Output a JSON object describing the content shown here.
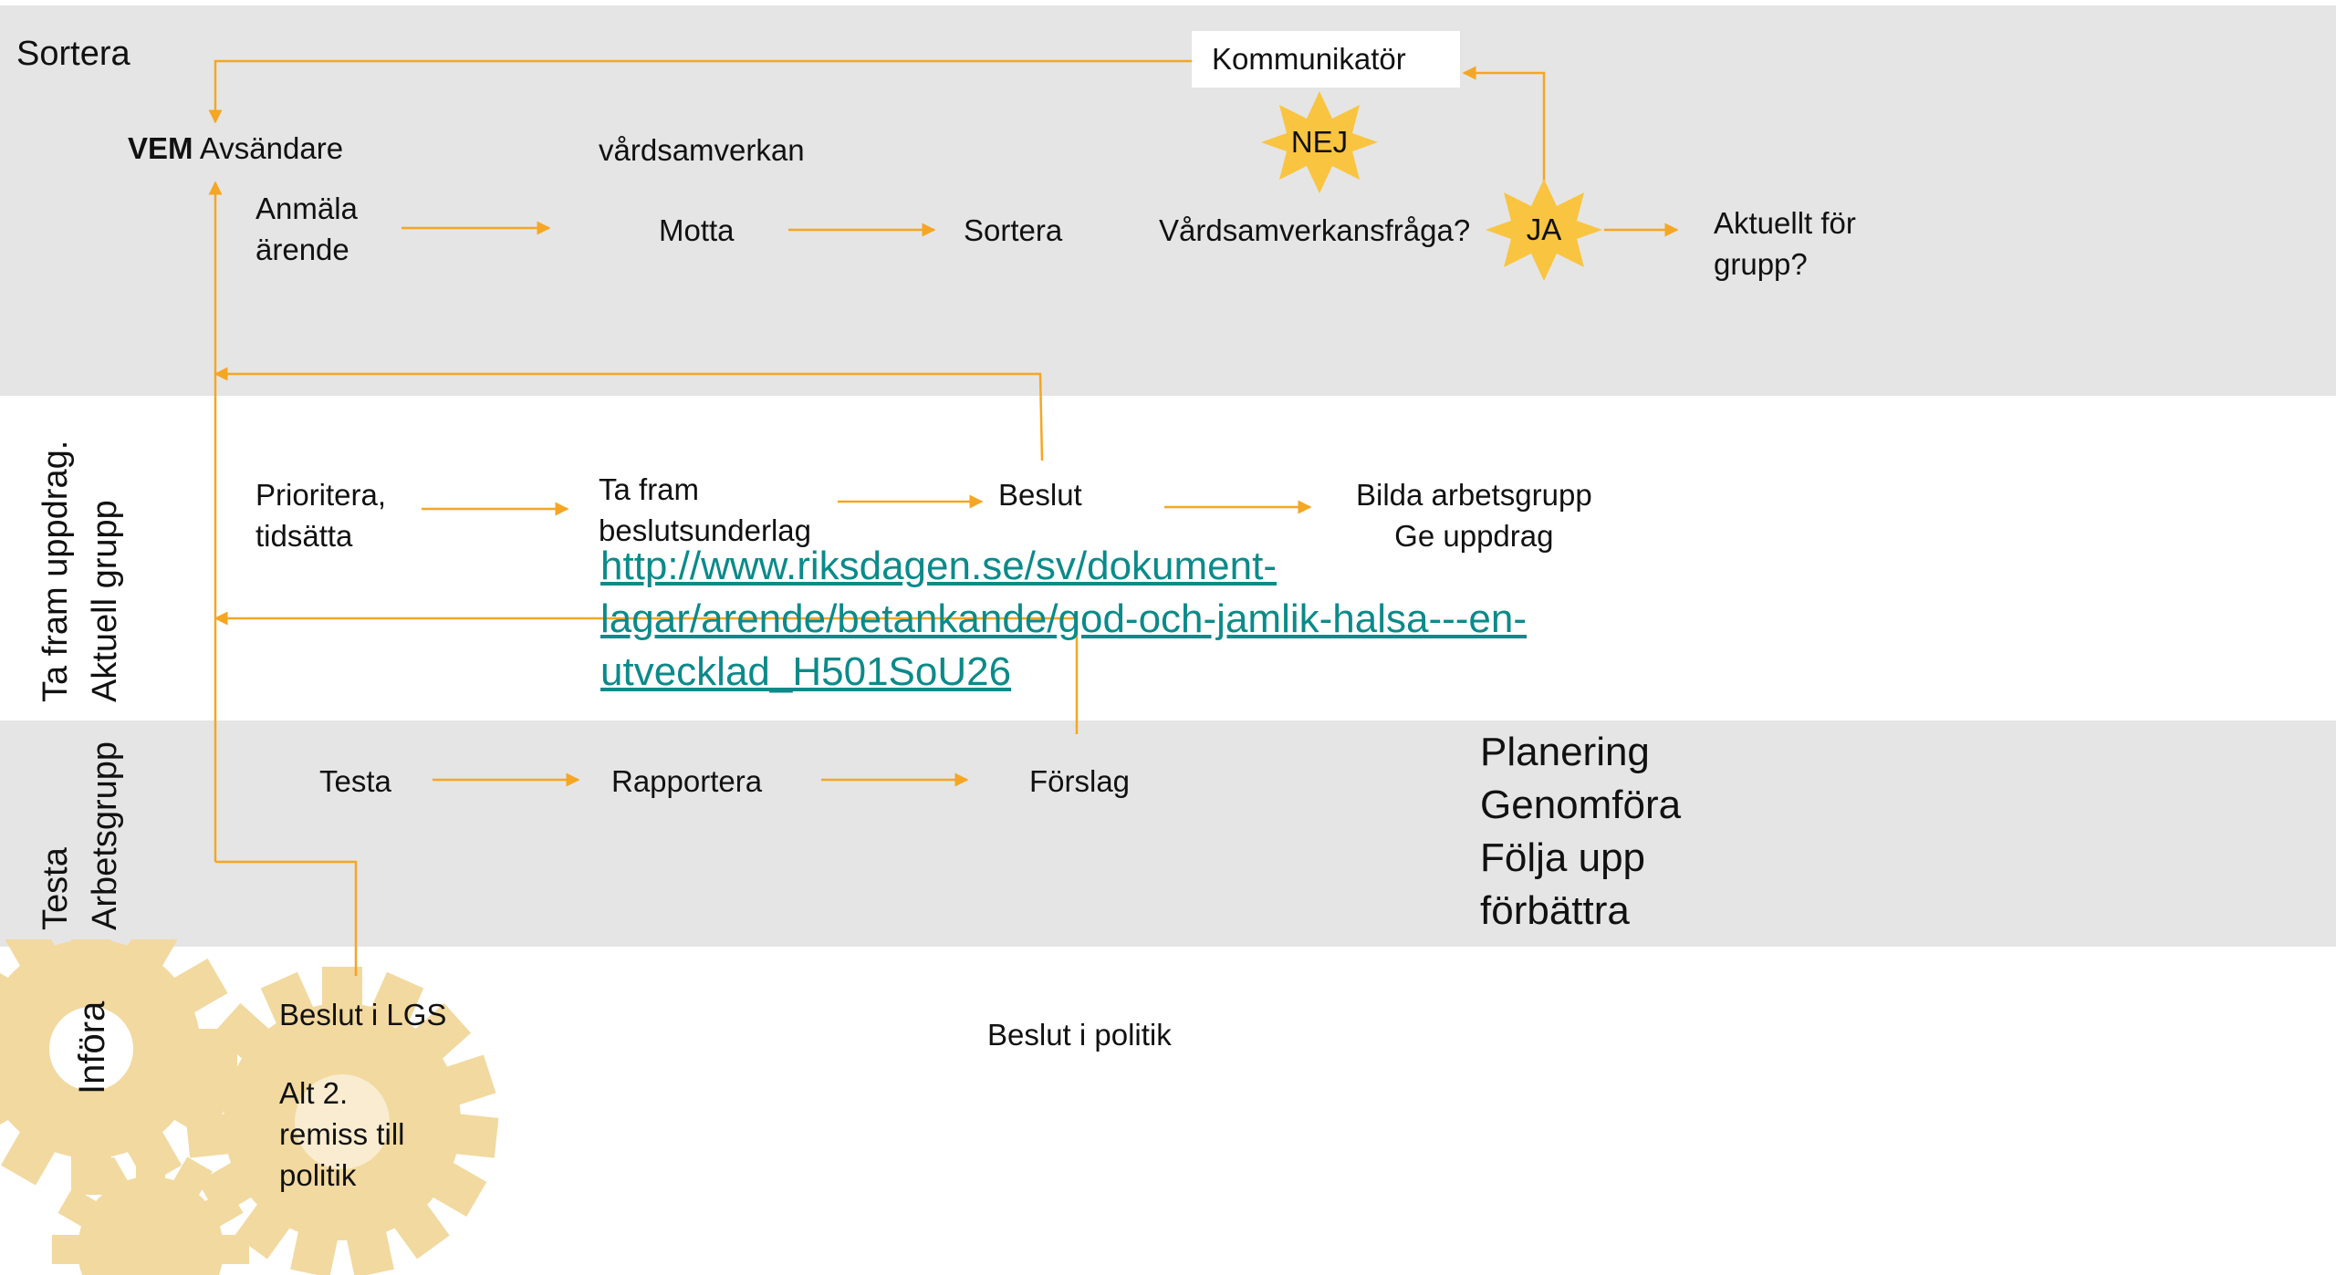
{
  "colors": {
    "band_gray": "#e5e5e5",
    "arrow": "#f5a623",
    "star": "#f9c440",
    "gear": "#f2d9a0",
    "link": "#0b8a8a"
  },
  "bands": {
    "sortera": "Sortera",
    "ta_fram": [
      "Ta fram uppdrag.",
      "Aktuell grupp"
    ],
    "testa": [
      "Testa",
      "Arbetsgrupp"
    ],
    "infora": "Införa"
  },
  "row1": {
    "kommunikator": "Kommunikatör",
    "vem_bold": "VEM",
    "avsandare": "Avsändare",
    "vardsamverkan": "vårdsamverkan",
    "anmala": [
      "Anmäla",
      "ärende"
    ],
    "motta": "Motta",
    "sortera": "Sortera",
    "fraga": "Vårdsamverkansfråga?",
    "nej": "NEJ",
    "ja": "JA",
    "aktuellt": [
      "Aktuellt för",
      "grupp?"
    ]
  },
  "row2": {
    "prioritera": [
      "Prioritera,",
      "tidsätta"
    ],
    "ta_fram": [
      "Ta fram",
      "beslutsunderlag"
    ],
    "beslut": "Beslut",
    "bilda": [
      "Bilda arbetsgrupp",
      "Ge uppdrag"
    ],
    "link": "http://www.riksdagen.se/sv/dokument-\nlagar/arende/betankande/god-och-jamlik-halsa---en-\nutvecklad_H501SoU26"
  },
  "row3": {
    "testa": "Testa",
    "rapportera": "Rapportera",
    "forslag": "Förslag",
    "plan": [
      "Planering",
      "Genomföra",
      "Följa upp",
      "förbättra"
    ]
  },
  "row4": {
    "beslut_lgs": "Beslut i LGS",
    "alt2": [
      "Alt 2.",
      "remiss till",
      "politik"
    ],
    "beslut_politik": "Beslut i politik"
  }
}
